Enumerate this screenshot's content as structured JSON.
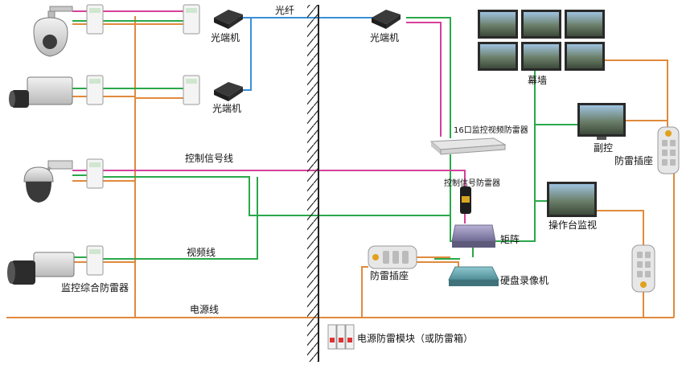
{
  "labels": {
    "fiber": "光纤",
    "optical_transceiver": "光端机",
    "control_signal_line": "控制信号线",
    "video_line": "视频线",
    "power_line": "电源线",
    "combined_surge_protector": "监控综合防雷器",
    "video_surge_16port": "16口监控视频防雷器",
    "control_signal_surge": "控制信号防雷器",
    "matrix": "矩阵",
    "dvr": "硬盘录像机",
    "surge_socket": "防雷插座",
    "video_wall": "幕墙",
    "sub_control": "副控",
    "console_monitor": "操作台监视",
    "power_surge_module": "电源防雷模块（或防雷箱）"
  },
  "colors": {
    "fiber": "#3a8fd6",
    "video": "#2aa84a",
    "control": "#d6409a",
    "power": "#e08a3c",
    "wall": "#222222"
  },
  "icons": {
    "cameras": [
      "speed-dome-camera-icon",
      "box-camera-icon",
      "ptz-dome-camera-icon",
      "bullet-camera-icon"
    ],
    "devices": [
      "surge-protector-icon",
      "optical-transceiver-icon",
      "rack-surge-protector-icon",
      "signal-surge-protector-icon",
      "matrix-switch-icon",
      "dvr-icon",
      "power-strip-icon",
      "monitor-icon",
      "power-surge-module-icon"
    ]
  }
}
